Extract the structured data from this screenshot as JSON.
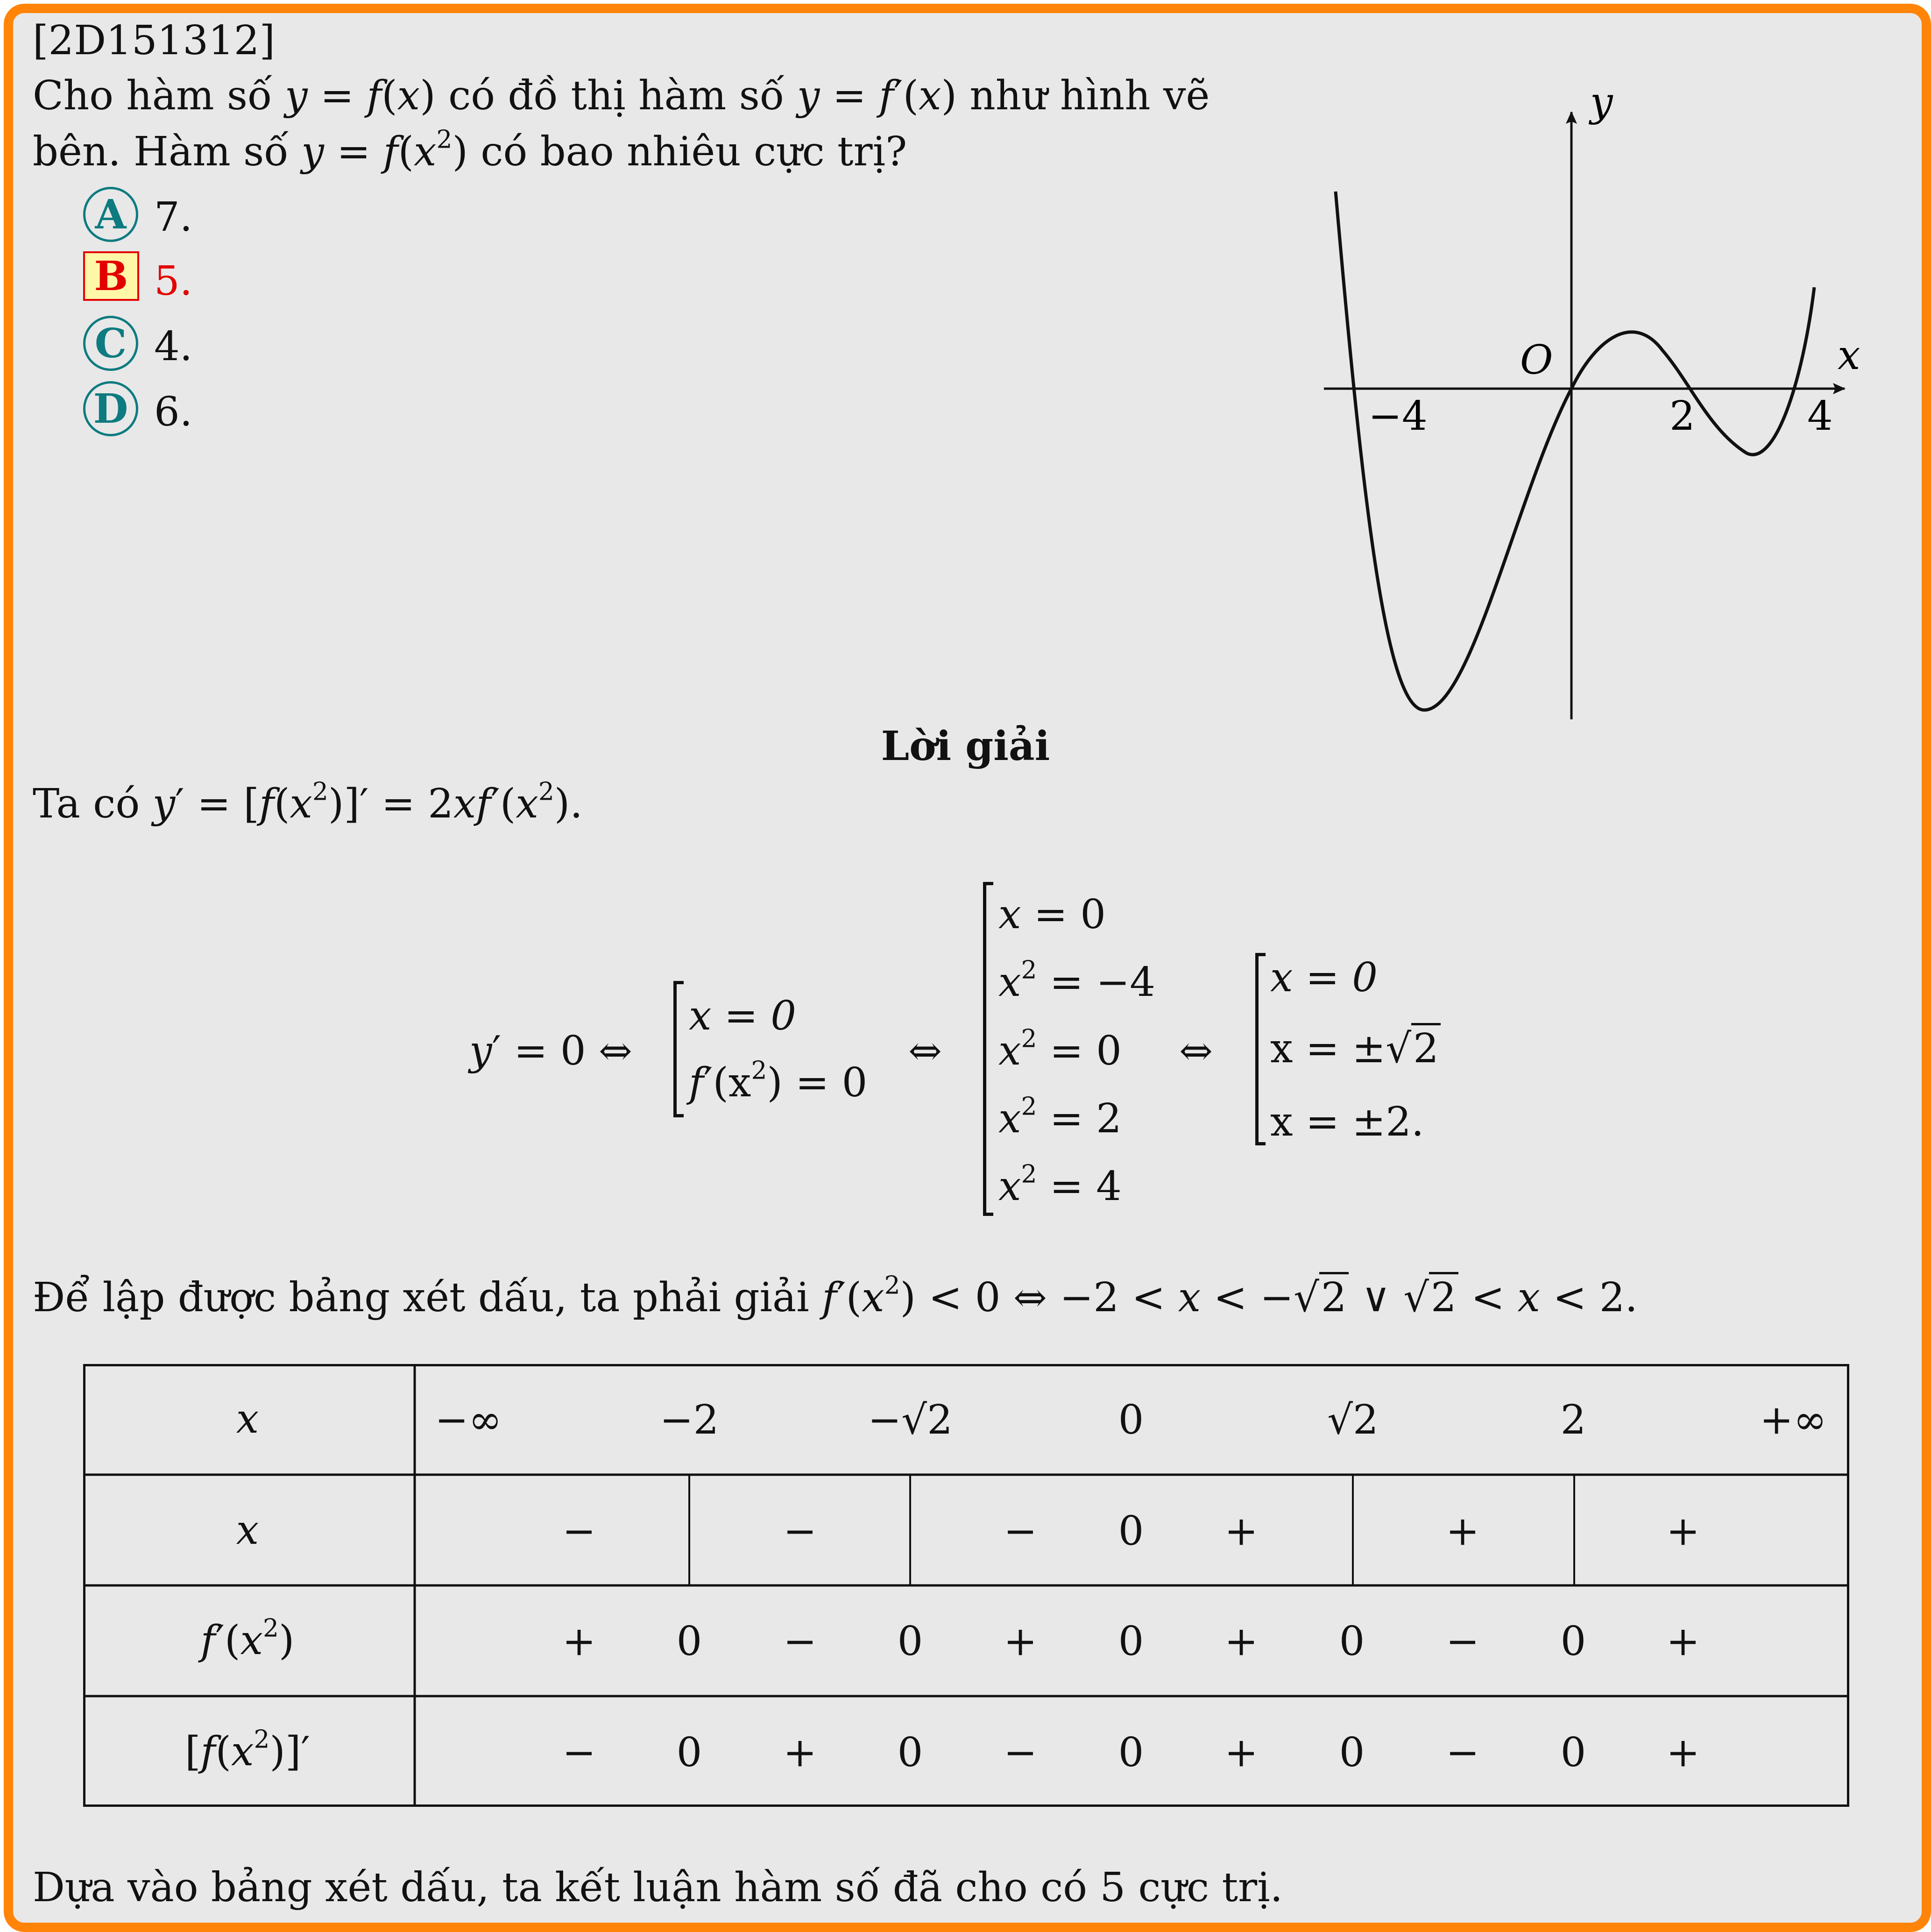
{
  "problem": {
    "code": "[2D151312]",
    "line1": [
      "Cho hàm số ",
      "y",
      " = ",
      "f",
      "(",
      "x",
      ") có đồ thị hàm số ",
      "y",
      " = ",
      "f",
      "′(",
      "x",
      ") như hình vẽ"
    ],
    "line2": [
      "bên. Hàm số ",
      "y",
      " = ",
      "f",
      "(",
      "x",
      "2",
      ") có bao nhiêu cực trị?"
    ]
  },
  "options": [
    {
      "label": "A",
      "text": "7.",
      "selected": false
    },
    {
      "label": "B",
      "text": "5.",
      "selected": true
    },
    {
      "label": "C",
      "text": "4.",
      "selected": false
    },
    {
      "label": "D",
      "text": "6.",
      "selected": false
    }
  ],
  "graph": {
    "x_label": "x",
    "y_label": "y",
    "origin_label": "O",
    "ticks": [
      "−4",
      "2",
      "4"
    ]
  },
  "solution": {
    "heading": "Lời giải",
    "line1_prefix": "Ta có ",
    "system": {
      "lhs": "′ = 0 ⇔",
      "sys1": [
        "x = 0",
        "′(x",
        "2",
        ") = 0"
      ],
      "iff": "⇔",
      "sys2": [
        "x",
        " = 0",
        "x",
        "2",
        " = −4",
        "x",
        "2",
        " = 0",
        "x",
        "2",
        " = 2",
        "x",
        "2",
        " = 4"
      ],
      "sys3": [
        "x = 0",
        "x = ±",
        "2",
        "x = ±2."
      ]
    },
    "line3_prefix": "Để lập được bảng xét dấu, ta phải giải ",
    "conclusion": "Dựa vào bảng xét dấu, ta kết luận hàm số đã cho có 5 cực trị."
  },
  "sign_table": {
    "row_headers": [
      "x",
      "x",
      "f′(x²)",
      "[f(x²)]′"
    ],
    "x_values": [
      "−∞",
      "−2",
      "−√2",
      "0",
      "√2",
      "2",
      "+∞"
    ],
    "row_x_signs": [
      "−",
      "−",
      "−",
      "0",
      "+",
      "+",
      "+"
    ],
    "row_fprime": [
      "+",
      "0",
      "−",
      "0",
      "+",
      "0",
      "+",
      "0",
      "−",
      "0",
      "+"
    ],
    "row_deriv": [
      "−",
      "0",
      "+",
      "0",
      "−",
      "0",
      "+",
      "0",
      "−",
      "0",
      "+"
    ]
  }
}
